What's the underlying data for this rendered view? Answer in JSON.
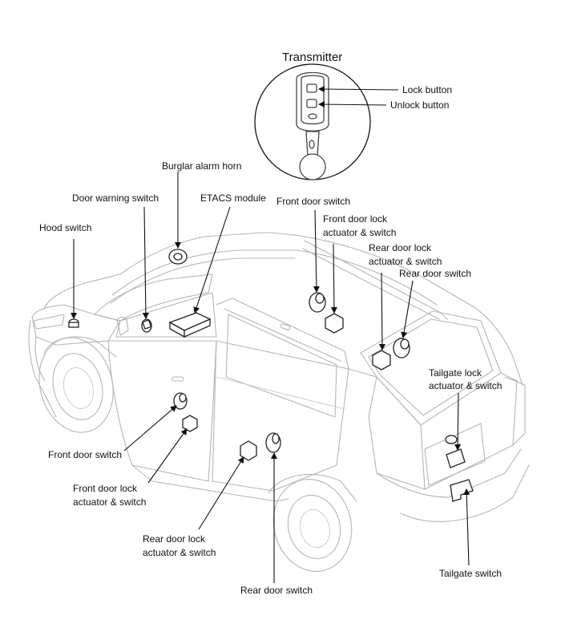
{
  "transmitter": {
    "title": "Transmitter",
    "lock_label": "Lock button",
    "unlock_label": "Unlock button"
  },
  "labels": {
    "burglar_alarm_horn": "Burglar alarm horn",
    "door_warning_switch": "Door warning switch",
    "etacs_module": "ETACS module",
    "hood_switch": "Hood switch",
    "front_door_switch_top": "Front door switch",
    "front_door_lock_top_1": "Front door lock",
    "front_door_lock_top_2": "actuator & switch",
    "rear_door_lock_top_1": "Rear door lock",
    "rear_door_lock_top_2": "actuator & switch",
    "rear_door_switch_top": "Rear door switch",
    "tailgate_lock_1": "Tailgate lock",
    "tailgate_lock_2": "actuator & switch",
    "front_door_switch_bottom": "Front door switch",
    "front_door_lock_bottom_1": "Front door lock",
    "front_door_lock_bottom_2": "actuator & switch",
    "rear_door_lock_bottom_1": "Rear door lock",
    "rear_door_lock_bottom_2": "actuator & switch",
    "rear_door_switch_bottom": "Rear door switch",
    "tailgate_switch": "Tailgate switch"
  }
}
